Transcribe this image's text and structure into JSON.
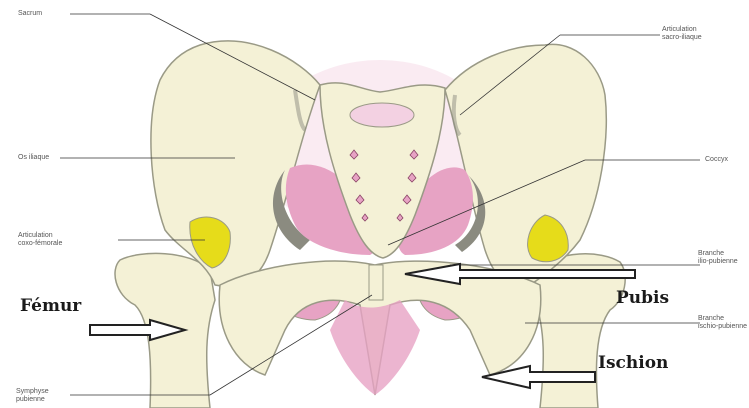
{
  "labels": {
    "sacrum": "Sacrum",
    "articulation_sacro_iliaque": [
      "Articulation",
      "sacro-iliaque"
    ],
    "os_iliaque": "Os iliaque",
    "coccyx": "Coccyx",
    "articulation_coxo_femorale": [
      "Articulation",
      "coxo-fémorale"
    ],
    "branche_ilio_pubienne": [
      "Branche",
      "ilio-pubienne"
    ],
    "femur": "Fémur",
    "pubis": "Pubis",
    "branche_ischio_pubienne": [
      "Branche",
      "ischio-pubienne"
    ],
    "ischion": "Ischion",
    "symphyse_pubienne": [
      "Symphyse",
      "pubienne"
    ]
  },
  "colors": {
    "bone": "#f4f1d6",
    "bone_outline": "#9a9a86",
    "pink": "#e7a3c4",
    "pink_light": "#f3d1e2",
    "shadow": "#8b8b80",
    "cartilage": "#e6dc1a",
    "leader": "#333333",
    "arrow_fill": "#ffffff",
    "arrow_stroke": "#222222"
  }
}
